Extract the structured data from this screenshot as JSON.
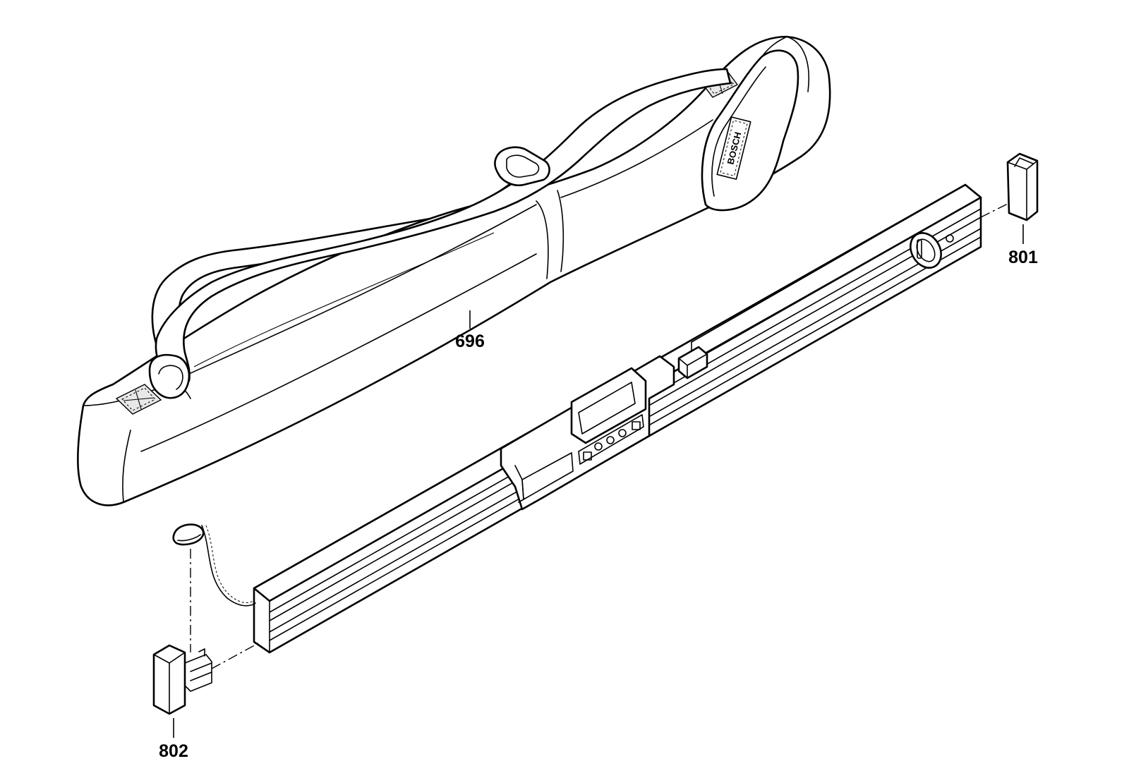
{
  "diagram": {
    "parts": [
      {
        "number": "696",
        "name": "carrying-bag"
      },
      {
        "number": "801",
        "name": "end-cap-right"
      },
      {
        "number": "802",
        "name": "end-cap-left"
      }
    ],
    "bag_brand": "BOSCH"
  }
}
